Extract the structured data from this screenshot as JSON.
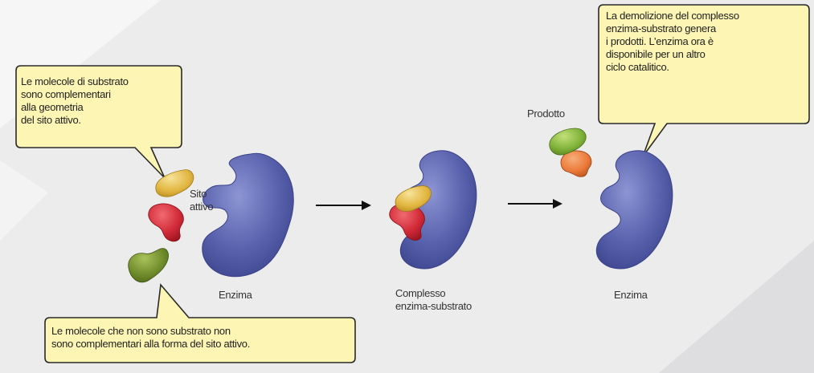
{
  "callouts": {
    "substrate": {
      "lines": [
        "Le molecole di substrato",
        "sono complementari",
        "alla geometria",
        "del sito attivo."
      ]
    },
    "non_substrate": {
      "lines": [
        "Le molecole che non sono substrato non",
        "sono complementari alla forma del sito attivo."
      ]
    },
    "breakdown": {
      "lines": [
        "La demolizione del complesso",
        "enzima-substrato genera",
        "i prodotti. L’enzima ora è",
        "disponibile per un altro",
        "ciclo catalitico."
      ]
    }
  },
  "labels": {
    "active_site": [
      "Sito",
      "attivo"
    ],
    "enzyme_left": "Enzima",
    "complex": [
      "Complesso",
      "enzima-substrato"
    ],
    "product": "Prodotto",
    "enzyme_right": "Enzima"
  },
  "colors": {
    "callout_fill": "#fdf5b4",
    "callout_stroke": "#2a2a2a",
    "enzyme": "#5b64ad",
    "enzyme_highlight": "#9aa2d8",
    "substrate_yellow": "#e2b742",
    "substrate_red": "#d12a38",
    "non_substrate_green": "#6f8c2b",
    "product_green": "#7fb239",
    "product_orange": "#ec7a3a",
    "arrow": "#111111"
  }
}
